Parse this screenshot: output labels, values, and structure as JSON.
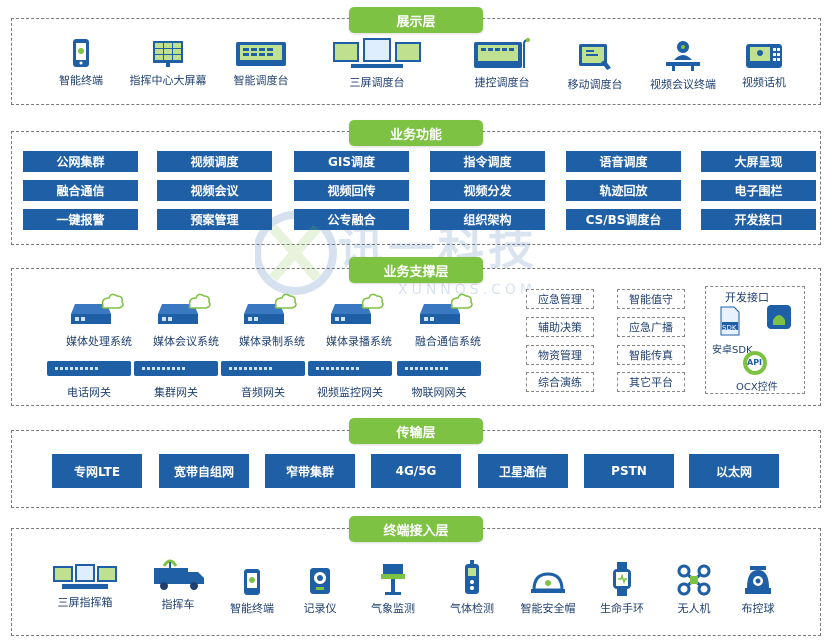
{
  "sections": {
    "display": "展示层",
    "business": "业务功能",
    "support": "业务支撑层",
    "transport": "传输层",
    "terminal": "终端接入层"
  },
  "display_items": [
    "智能终端",
    "指挥中心大屏幕",
    "智能调度台",
    "三屏调度台",
    "捷控调度台",
    "移动调度台",
    "视频会议终端",
    "视频话机"
  ],
  "functions": [
    [
      "公网集群",
      "视频调度",
      "GIS调度",
      "指令调度",
      "语音调度",
      "大屏呈现"
    ],
    [
      "融合通信",
      "视频会议",
      "视频回传",
      "视频分发",
      "轨迹回放",
      "电子围栏"
    ],
    [
      "一键报警",
      "预案管理",
      "公专融合",
      "组织架构",
      "CS/BS调度台",
      "开发接口"
    ]
  ],
  "support_systems": [
    "媒体处理系统",
    "媒体会议系统",
    "媒体录制系统",
    "媒体录播系统",
    "融合通信系统"
  ],
  "gateways": [
    "电话网关",
    "集群网关",
    "音频网关",
    "视频监控网关",
    "物联网网关"
  ],
  "support_mid": [
    [
      "应急管理",
      "智能值守"
    ],
    [
      "辅助决策",
      "应急广播"
    ],
    [
      "物资管理",
      "智能传真"
    ],
    [
      "综合演练",
      "其它平台"
    ]
  ],
  "open_api": {
    "title": "开发接口",
    "sdk_badge": "SDK",
    "android_label": "安卓SDK",
    "api_badge": "API",
    "ocx_label": "OCX控件"
  },
  "transport_items": [
    "专网LTE",
    "宽带自组网",
    "窄带集群",
    "4G/5G",
    "卫星通信",
    "PSTN",
    "以太网"
  ],
  "terminal_items": [
    "三屏指挥箱",
    "指挥车",
    "智能终端",
    "记录仪",
    "气象监测",
    "气体检测",
    "智能安全帽",
    "生命手环",
    "无人机",
    "布控球"
  ],
  "watermark": {
    "cn": "讯一科技",
    "en": "XUNNOS.COM"
  },
  "colors": {
    "accent_green": "#7dc242",
    "primary_blue": "#1f5fa6",
    "text": "#1f3f6e"
  }
}
